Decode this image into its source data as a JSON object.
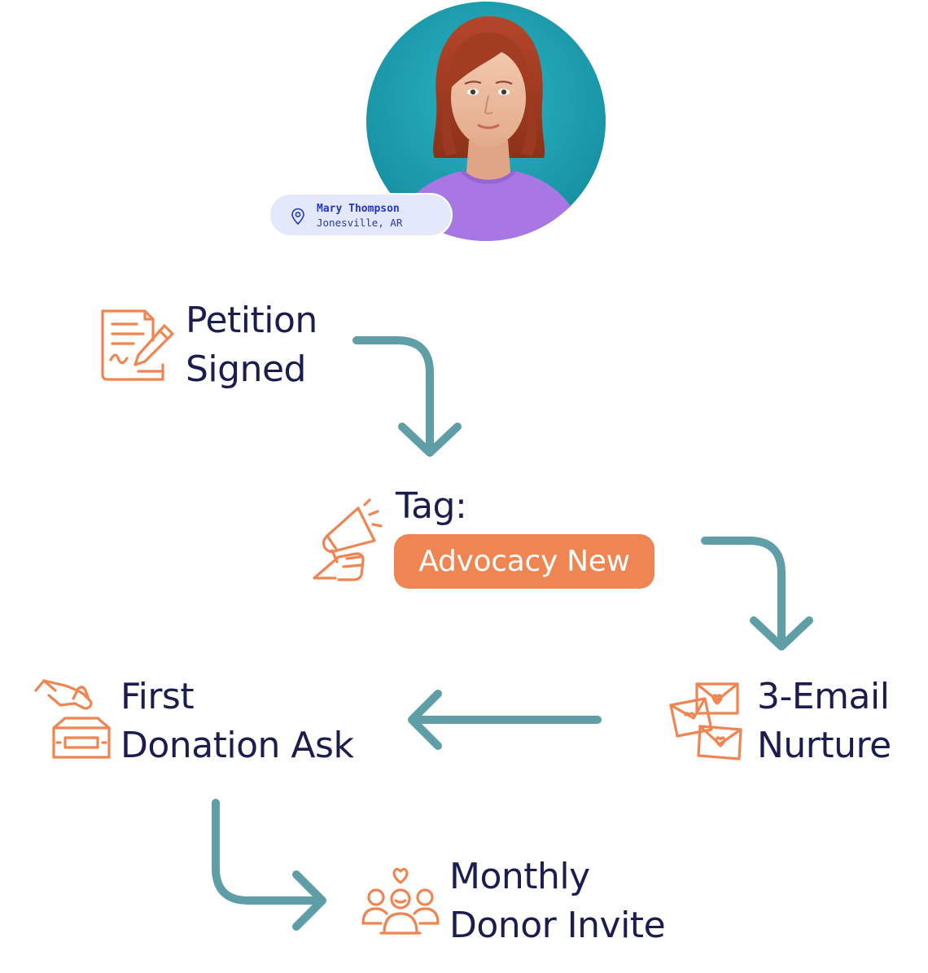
{
  "profile": {
    "name": "Mary Thompson",
    "location": "Jonesville, AR"
  },
  "steps": {
    "petition": {
      "line1": "Petition",
      "line2": "Signed"
    },
    "tag": {
      "label": "Tag:",
      "badge": "Advocacy New"
    },
    "nurture": {
      "line1": "3-Email",
      "line2": "Nurture"
    },
    "donation": {
      "line1": "First",
      "line2": "Donation Ask"
    },
    "monthly": {
      "line1": "Monthly",
      "line2": "Donor Invite"
    }
  },
  "colors": {
    "icon": "#ef8552",
    "arrow": "#5f9ea6",
    "text": "#1a1d4e",
    "badge": "#ef8552",
    "pill": "#e3e8fb",
    "avatar_bg": "#1fa3b3",
    "shirt": "#a877e3"
  },
  "icons": {
    "petition": "petition-document-pen-icon",
    "tag": "megaphone-hand-icon",
    "nurture": "heart-envelopes-icon",
    "donation": "donation-box-hand-icon",
    "monthly": "community-heart-icon",
    "location": "map-pin-icon"
  }
}
